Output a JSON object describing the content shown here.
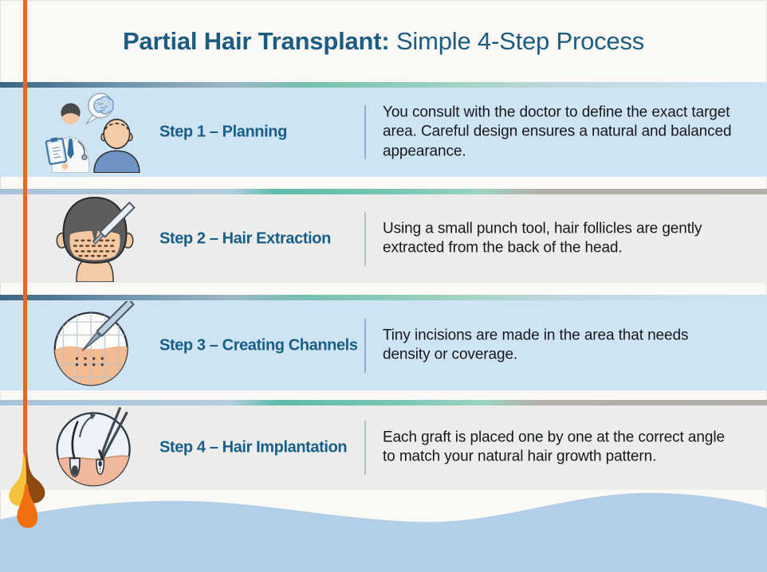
{
  "title": {
    "bold": "Partial Hair Transplant:",
    "regular": "Simple 4-Step Process"
  },
  "steps": [
    {
      "title": "Step 1 – Planning",
      "description": "You consult with the doctor to define the exact target area. Careful design ensures a natural and balanced appearance.",
      "icon": "doctor-consultation-icon"
    },
    {
      "title": "Step 2 – Hair Extraction",
      "description": "Using a small punch tool, hair follicles are gently extracted from the back of the head.",
      "icon": "hair-extraction-icon"
    },
    {
      "title": "Step 3 – Creating Channels",
      "description": "Tiny incisions are made in the area that needs density or coverage.",
      "icon": "creating-channels-icon"
    },
    {
      "title": "Step 4 – Hair Implantation",
      "description": "Each graft is placed one by one at the correct angle to match your natural hair growth pattern.",
      "icon": "hair-implantation-icon"
    }
  ],
  "colors": {
    "heading_blue": "#1D5C82",
    "step_title_blue": "#195E88",
    "row_blue": "#CFE4F2",
    "row_gray": "#ECEDEA",
    "wave_blue": "#B2CEE8",
    "accent_orange": "#E8671C",
    "follicle_yellow": "#F5C33B",
    "follicle_brown": "#8F4A10",
    "follicle_orange": "#F07010"
  }
}
